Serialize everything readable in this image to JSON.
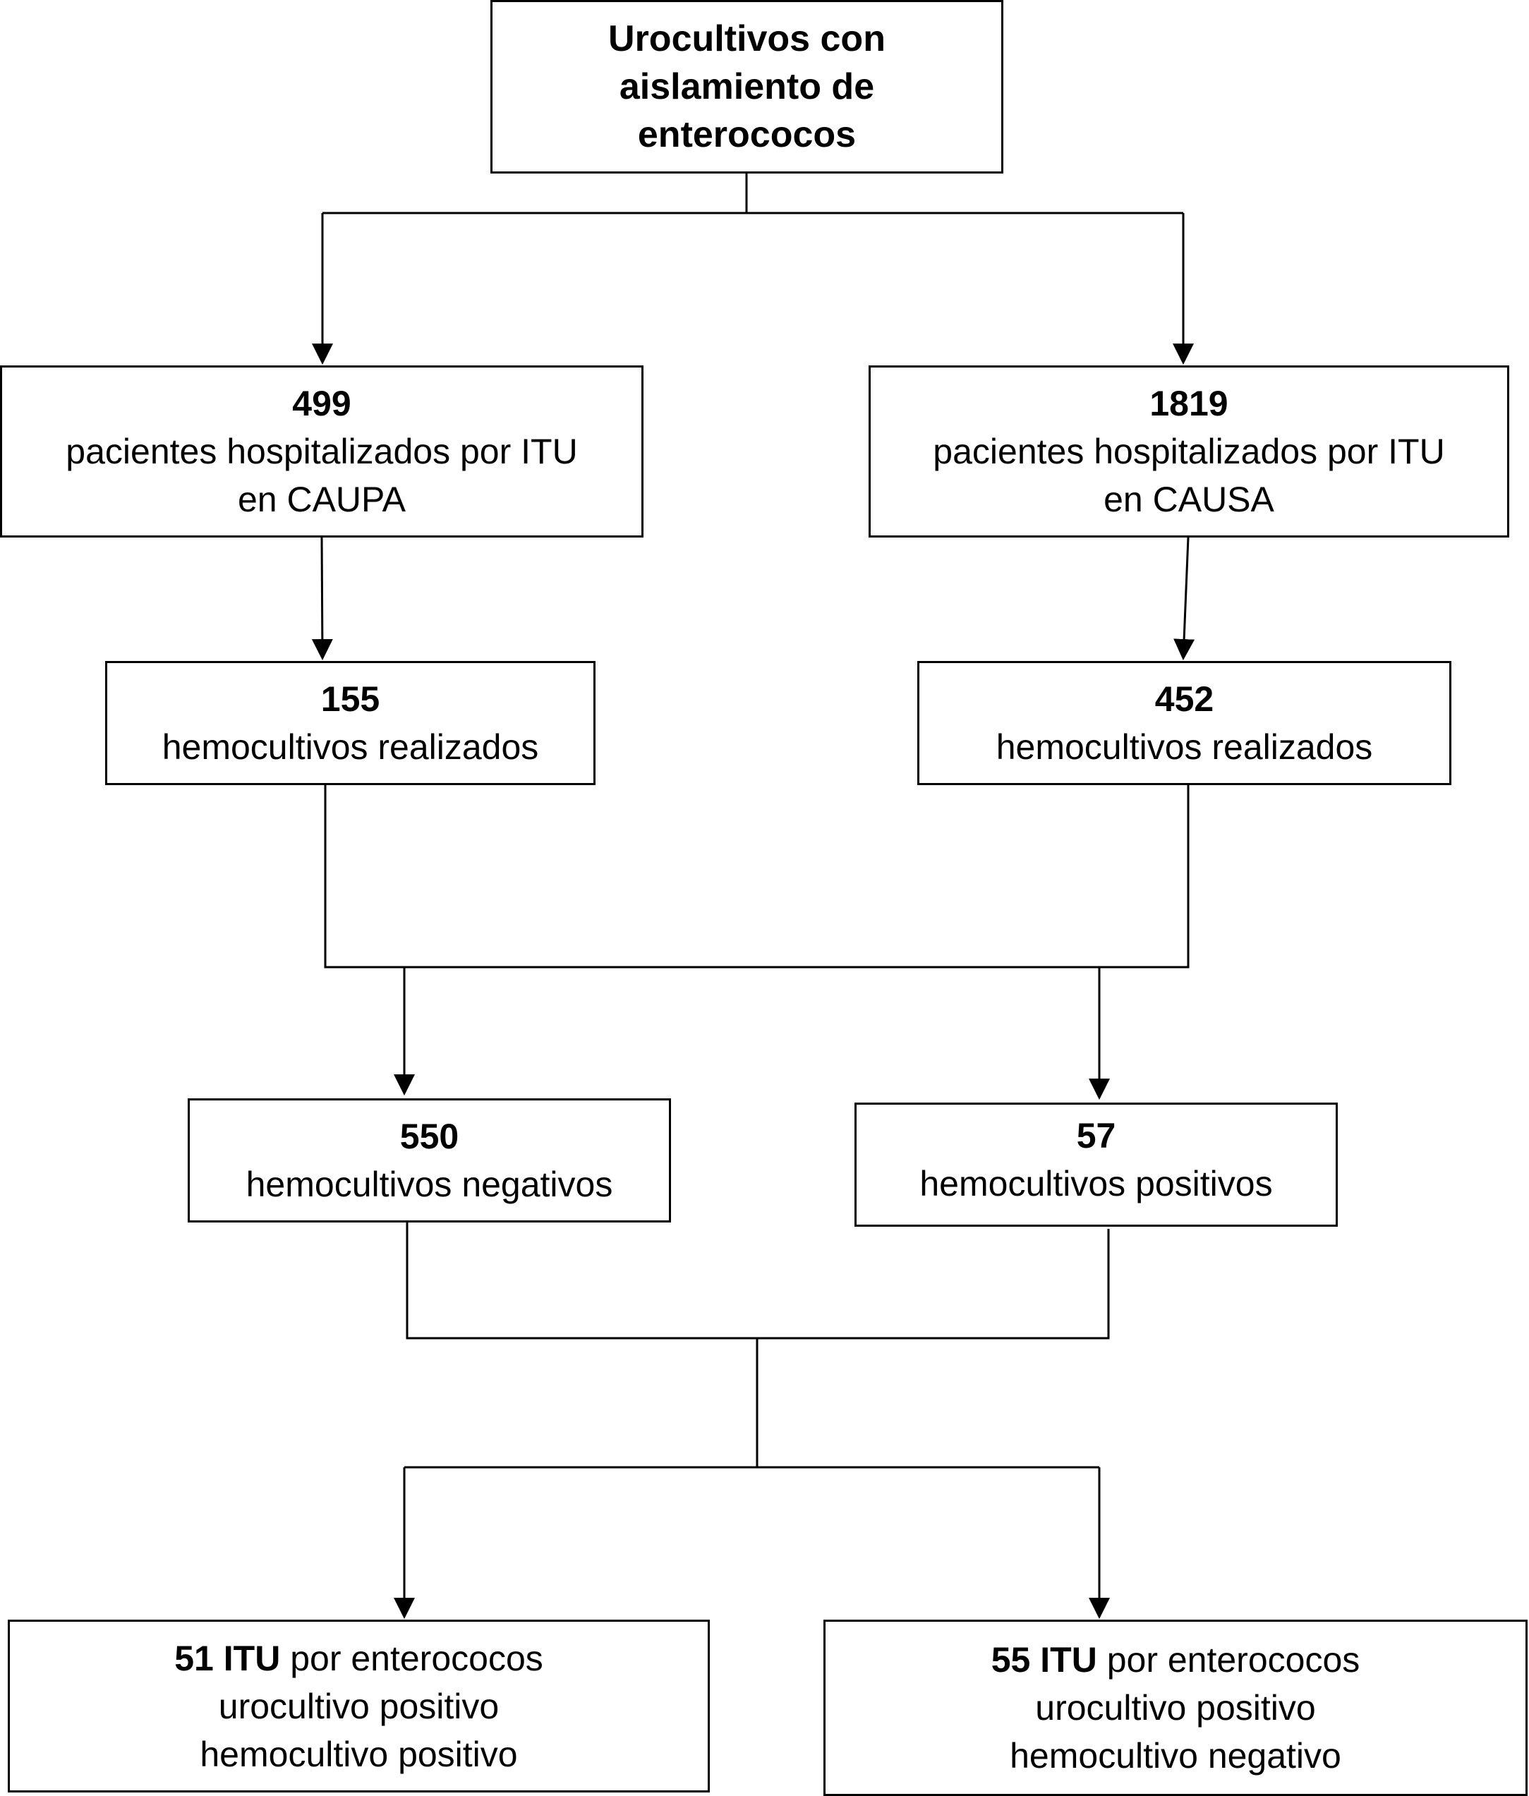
{
  "root": {
    "lines": [
      "Urocultivos con",
      "aislamiento de",
      "enterococos"
    ]
  },
  "caupa": {
    "count": "499",
    "line1": "pacientes  hospitalizados  por  ITU",
    "line2": "en CAUPA"
  },
  "causa": {
    "count": "1819",
    "line1": "pacientes  hospitalizados  por  ITU",
    "line2": "en CAUSA"
  },
  "hemo_caupa": {
    "count": "155",
    "label": "hemocultivos realizados"
  },
  "hemo_causa": {
    "count": "452",
    "label": "hemocultivos realizados"
  },
  "negativos": {
    "count": "550",
    "label": "hemocultivos negativos"
  },
  "positivos": {
    "count": "57",
    "label": "hemocultivos positivos"
  },
  "itu_positivo": {
    "bold": "51 ITU",
    "rest": " por enterococos",
    "line2": "urocultivo positivo",
    "line3": "hemocultivo positivo"
  },
  "itu_negativo": {
    "bold": "55 ITU",
    "rest": " por enterococos",
    "line2": "urocultivo positivo",
    "line3": "hemocultivo negativo"
  }
}
